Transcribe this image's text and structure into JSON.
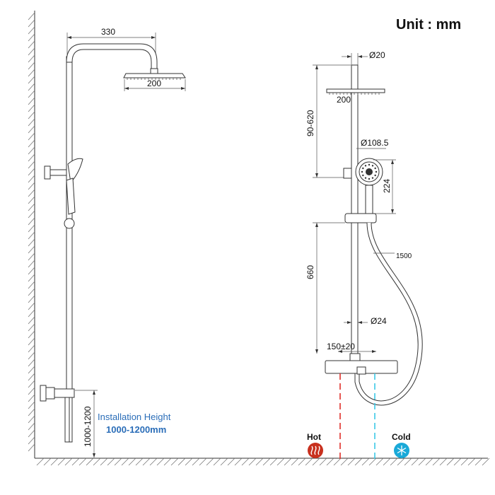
{
  "unit_label": "Unit : mm",
  "side_view": {
    "top_dim": "330",
    "head_dim": "200",
    "height_dim": "1000-1200",
    "install_label_1": "Installation Height",
    "install_label_2": "1000-1200mm"
  },
  "front_view": {
    "pipe_top_dim": "Ø20",
    "head_dim": "200",
    "adjust_dim": "90-620",
    "hand_dia_dim": "Ø108.5",
    "hand_len_dim": "224",
    "hose_dim": "1500",
    "lower_dim": "660",
    "pipe_dia_dim": "Ø24",
    "inlet_dim": "150±20"
  },
  "legend": {
    "hot_label": "Hot",
    "cold_label": "Cold",
    "hot_color": "#c8301e",
    "cold_color": "#1aa9d8",
    "hot_line_color": "#e0302a",
    "cold_line_color": "#3cc8e6"
  }
}
